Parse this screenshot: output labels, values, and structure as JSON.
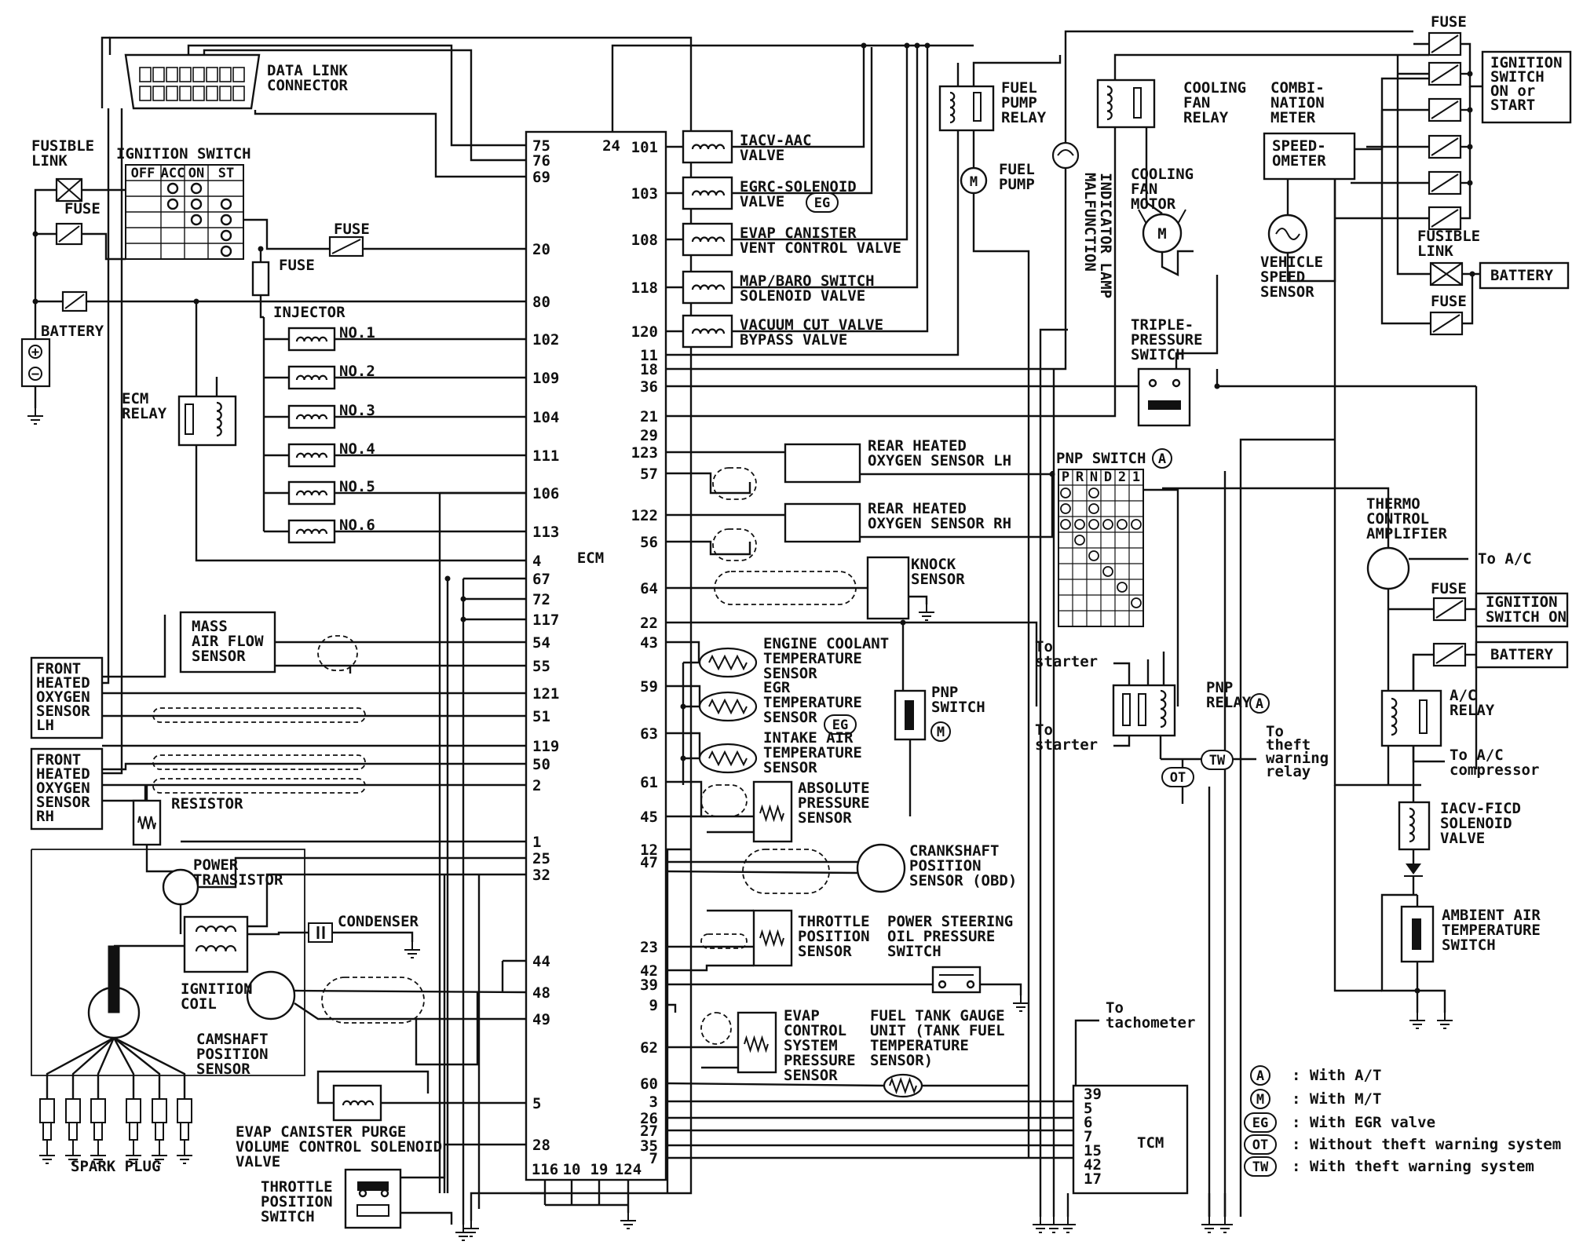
{
  "ecm": {
    "label": "ECM",
    "left_pins": [
      "75",
      "76",
      "69",
      "20",
      "80",
      "102",
      "109",
      "104",
      "111",
      "106",
      "113",
      "4",
      "67",
      "72",
      "117",
      "54",
      "55",
      "121",
      "51",
      "119",
      "50",
      "2",
      "1",
      "25",
      "32",
      "44",
      "48",
      "49",
      "5",
      "28"
    ],
    "right_pins": [
      "101",
      "103",
      "108",
      "118",
      "120",
      "11",
      "18",
      "36",
      "21",
      "29",
      "123",
      "57",
      "122",
      "56",
      "64",
      "22",
      "43",
      "59",
      "63",
      "61",
      "45",
      "12",
      "47",
      "23",
      "42",
      "39",
      "9",
      "62",
      "60",
      "3",
      "26",
      "27",
      "35",
      "7"
    ],
    "top_pin": "24",
    "bottom_pins": [
      "116",
      "10",
      "19",
      "124"
    ]
  },
  "components": {
    "data_link_connector": "DATA LINK\nCONNECTOR",
    "ignition_switch": "IGNITION SWITCH",
    "ignition_switch_cols": [
      "OFF",
      "ACC",
      "ON",
      "ST"
    ],
    "fusible_link": "FUSIBLE\nLINK",
    "fuse": "FUSE",
    "battery": "BATTERY",
    "ecm_relay": "ECM\nRELAY",
    "injector": "INJECTOR",
    "injectors": [
      "NO.1",
      "NO.2",
      "NO.3",
      "NO.4",
      "NO.5",
      "NO.6"
    ],
    "maf": "MASS\nAIR FLOW\nSENSOR",
    "front_o2_lh": "FRONT\nHEATED\nOXYGEN\nSENSOR\nLH",
    "front_o2_rh": "FRONT\nHEATED\nOXYGEN\nSENSOR\nRH",
    "resistor": "RESISTOR",
    "power_transistor": "POWER\nTRANSISTOR",
    "condenser": "CONDENSER",
    "ignition_coil": "IGNITION\nCOIL",
    "camshaft_sensor": "CAMSHAFT\nPOSITION\nSENSOR",
    "spark_plug": "SPARK PLUG",
    "evap_purge": "EVAP CANISTER PURGE\nVOLUME CONTROL SOLENOID\nVALVE",
    "throttle_switch": "THROTTLE\nPOSITION\nSWITCH",
    "iacv_aac": "IACV-AAC\nVALVE",
    "egrc": "EGRC-SOLENOID\nVALVE",
    "egrc_tag": "EG",
    "evap_vent": "EVAP CANISTER\nVENT CONTROL VALVE",
    "map_baro": "MAP/BARO SWITCH\nSOLENOID VALVE",
    "vacuum_cut": "VACUUM CUT VALVE\nBYPASS VALVE",
    "fuel_pump_relay": "FUEL\nPUMP\nRELAY",
    "fuel_pump": "FUEL\nPUMP",
    "mil": "MALFUNCTION\nINDICATOR LAMP",
    "cooling_fan_relay": "COOLING\nFAN\nRELAY",
    "cooling_fan_motor": "COOLING\nFAN\nMOTOR",
    "combination_meter": "COMBI-\nNATION\nMETER",
    "speedometer": "SPEED-\nOMETER",
    "vehicle_speed_sensor": "VEHICLE\nSPEED\nSENSOR",
    "ignition_on_start": "IGNITION\nSWITCH\nON or\nSTART",
    "triple_pressure": "TRIPLE-\nPRESSURE\nSWITCH",
    "rear_o2_lh": "REAR HEATED\nOXYGEN SENSOR LH",
    "rear_o2_rh": "REAR HEATED\nOXYGEN SENSOR RH",
    "pnp_switch_grid": "PNP SWITCH",
    "pnp_cols": [
      "P",
      "R",
      "N",
      "D",
      "2",
      "1"
    ],
    "knock": "KNOCK\nSENSOR",
    "thermo_amp": "THERMO\nCONTROL\nAMPLIFIER",
    "to_ac": "To A/C",
    "ign_switch_on": "IGNITION\nSWITCH ON",
    "ac_relay": "A/C\nRELAY",
    "to_ac_compressor": "To A/C\ncompressor",
    "iacv_ficd": "IACV-FICD\nSOLENOID\nVALVE",
    "ambient": "AMBIENT AIR\nTEMPERATURE\nSWITCH",
    "engine_coolant": "ENGINE COOLANT\nTEMPERATURE\nSENSOR",
    "egr_temp": "EGR\nTEMPERATURE\nSENSOR",
    "intake_air": "INTAKE AIR\nTEMPERATURE\nSENSOR",
    "abs_pressure": "ABSOLUTE\nPRESSURE\nSENSOR",
    "pnp_switch_m": "PNP\nSWITCH",
    "to_starter_1": "To\nstarter",
    "to_starter_2": "To\nstarter",
    "pnp_relay": "PNP\nRELAY",
    "to_theft": "To\ntheft\nwarning\nrelay",
    "crankshaft": "CRANKSHAFT\nPOSITION\nSENSOR (OBD)",
    "throttle_sensor": "THROTTLE\nPOSITION\nSENSOR",
    "ps_switch": "POWER STEERING\nOIL PRESSURE\nSWITCH",
    "evap_pressure": "EVAP\nCONTROL\nSYSTEM\nPRESSURE\nSENSOR",
    "fuel_tank": "FUEL TANK GAUGE\nUNIT (TANK FUEL\nTEMPERATURE\nSENSOR)",
    "to_tachometer": "To\ntachometer",
    "tcm": "TCM",
    "tcm_pins": [
      "39",
      "5",
      "6",
      "7",
      "15",
      "42",
      "17"
    ]
  },
  "legend": [
    {
      "tag": "A",
      "text": ": With A/T"
    },
    {
      "tag": "M",
      "text": ": With M/T"
    },
    {
      "tag": "EG",
      "text": ": With EGR valve"
    },
    {
      "tag": "OT",
      "text": ": Without theft warning system"
    },
    {
      "tag": "TW",
      "text": ": With theft warning system"
    }
  ]
}
